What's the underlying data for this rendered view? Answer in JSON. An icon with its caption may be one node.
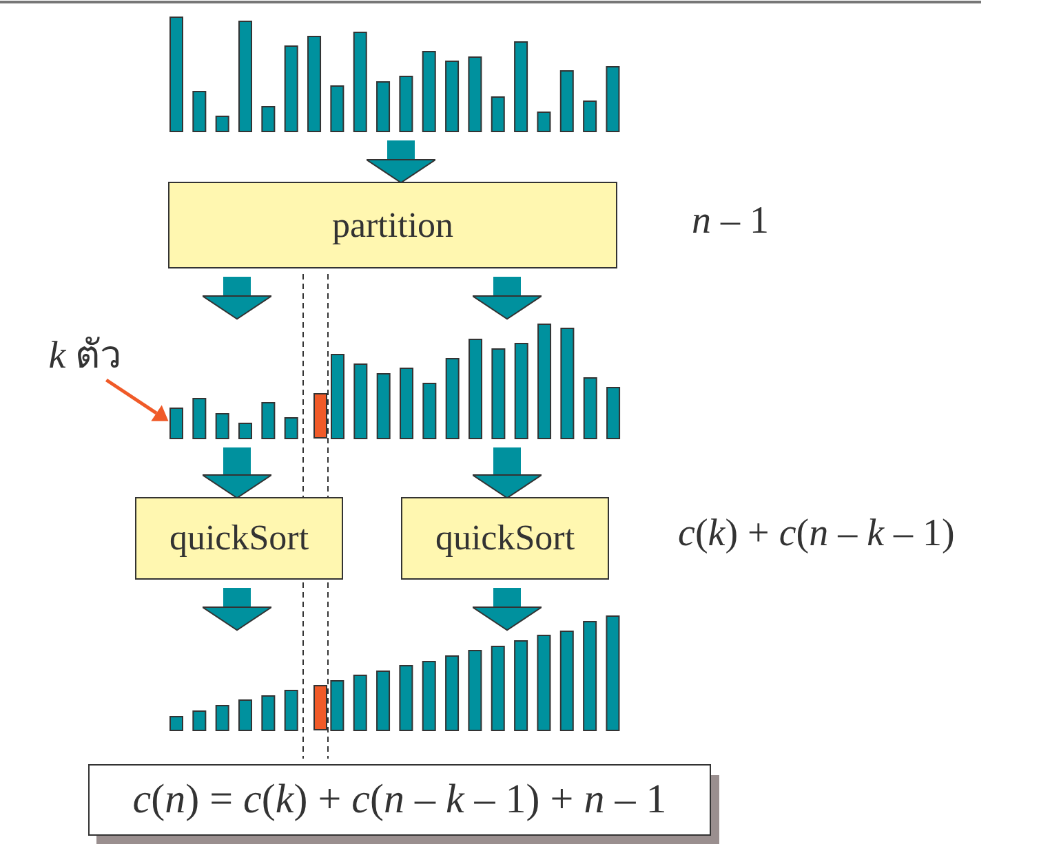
{
  "diagram": {
    "nodes": [
      {
        "text": [],
        "shape": "bar"
      },
      {
        "text": [
          "partition"
        ]
      },
      {
        "text": [],
        "shape": "bar"
      },
      {
        "text": [],
        "shape": "bar"
      },
      {
        "text": [
          "quickSort"
        ]
      },
      {
        "text": [
          "quickSort"
        ]
      },
      {
        "text": [],
        "shape": "bar"
      },
      {
        "text": [
          "*c*(*n*) = *c*(*k*) + *c*(*n* – *k* – 1) + *n* – 1"
        ]
      },
      {
        "text": [
          "*k* ตัว"
        ]
      }
    ],
    "edges": [
      {
        "from": 0,
        "to": 1,
        "arrow": "to"
      },
      {
        "from": 1,
        "to": 2,
        "arrow": "to"
      },
      {
        "from": 1,
        "to": 3,
        "arrow": "to"
      },
      {
        "from": 2,
        "to": 4,
        "arrow": "to"
      },
      {
        "from": 3,
        "to": 5,
        "arrow": "to"
      },
      {
        "from": 4,
        "to": 6,
        "arrow": "to"
      },
      {
        "from": 5,
        "to": 6,
        "arrow": "to"
      },
      {
        "from": 8,
        "to": 2,
        "arrow": "to",
        "color": "#f05a28"
      }
    ],
    "labels": [
      "*n* – 1",
      "*c*(*k*) + *c*(*n* – *k* – 1)"
    ]
  }
}
